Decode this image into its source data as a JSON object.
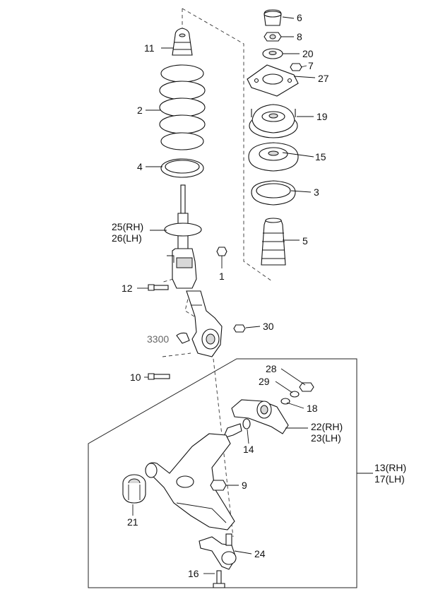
{
  "labels": {
    "p6": "6",
    "p8": "8",
    "p20": "20",
    "p7": "7",
    "p27": "27",
    "p19": "19",
    "p15": "15",
    "p3": "3",
    "p5": "5",
    "p11": "11",
    "p2": "2",
    "p4": "4",
    "p25": "25(RH)",
    "p26": "26(LH)",
    "p1": "1",
    "p12": "12",
    "p30": "30",
    "p3300": "3300",
    "p10": "10",
    "p28": "28",
    "p29": "29",
    "p18": "18",
    "p22": "22(RH)",
    "p23": "23(LH)",
    "p14": "14",
    "p13": "13(RH)",
    "p17": "17(LH)",
    "p9": "9",
    "p21": "21",
    "p24": "24",
    "p16": "16"
  }
}
